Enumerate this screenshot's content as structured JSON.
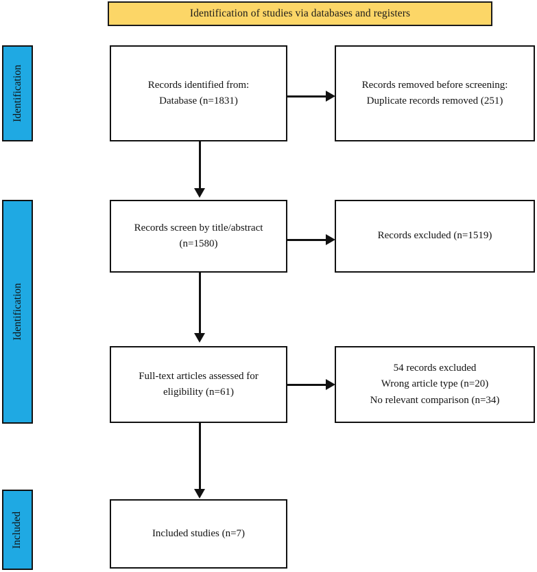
{
  "banner": {
    "label": "Identification of studies via databases and registers",
    "color": "#FCD667"
  },
  "stages": {
    "color": "#1FA9E3",
    "items": [
      {
        "label": "Identification"
      },
      {
        "label": "Identification"
      },
      {
        "label": "Included"
      }
    ]
  },
  "boxes": {
    "identified": {
      "line1": "Records identified from:",
      "line2": "Database (n=1831)"
    },
    "removed": {
      "line1": "Records removed before screening:",
      "line2": "Duplicate records removed (251)"
    },
    "screened": {
      "line1": "Records screen by title/abstract",
      "line2": "(n=1580)"
    },
    "excluded_screening": {
      "line1": "Records excluded (n=1519)"
    },
    "fulltext": {
      "line1": "Full-text articles assessed for",
      "line2": "eligibility (n=61)"
    },
    "excluded_fulltext": {
      "line1": "54 records excluded",
      "line2": "Wrong article type (n=20)",
      "line3": "No relevant comparison (n=34)"
    },
    "included": {
      "line1": "Included studies (n=7)"
    }
  },
  "connectors": {
    "arrow_identified_to_removed": "arrow-right-icon",
    "arrow_identified_to_screened": "arrow-down-icon",
    "arrow_screened_to_excluded": "arrow-right-icon",
    "arrow_screened_to_fulltext": "arrow-down-icon",
    "arrow_fulltext_to_excluded": "arrow-right-icon",
    "arrow_fulltext_to_included": "arrow-down-icon"
  }
}
